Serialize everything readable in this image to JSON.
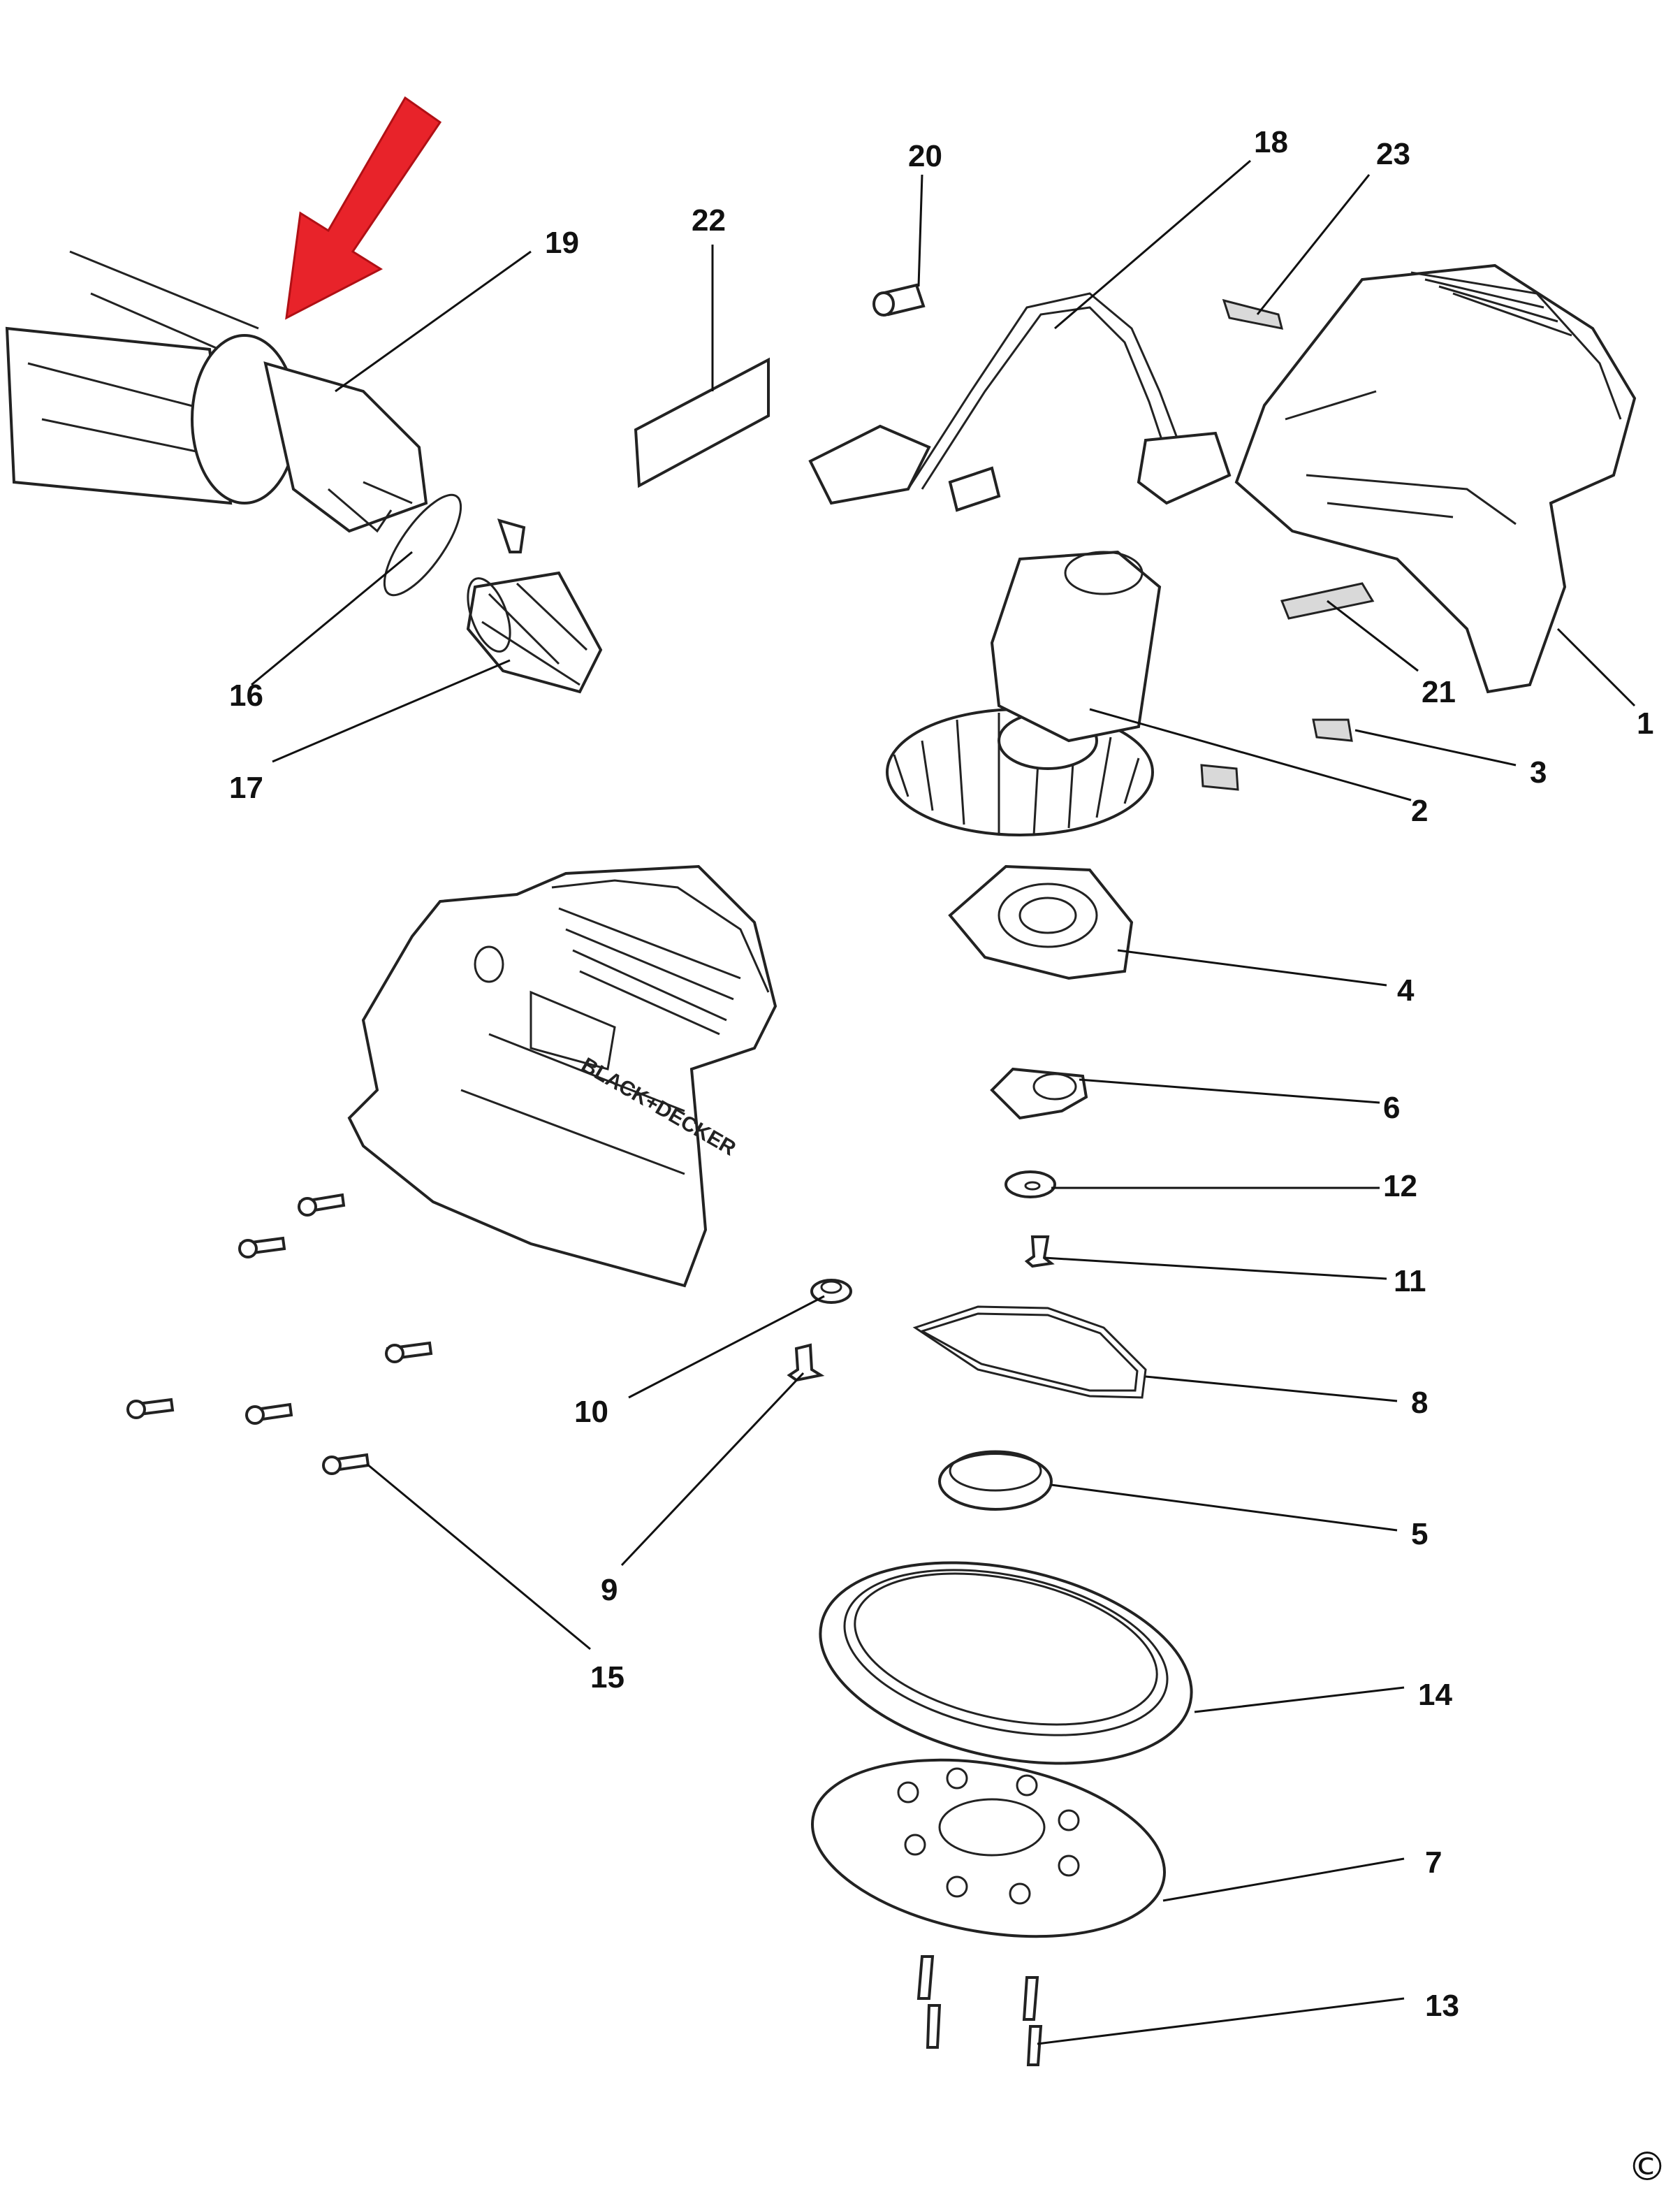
{
  "diagram": {
    "callouts": [
      "1",
      "2",
      "3",
      "4",
      "5",
      "6",
      "7",
      "8",
      "9",
      "10",
      "11",
      "12",
      "13",
      "14",
      "15",
      "16",
      "17",
      "18",
      "19",
      "20",
      "21",
      "22",
      "23"
    ],
    "copyright_symbol": "©",
    "brand_mark": "BLACK+DECKER",
    "highlight_arrow_color": "#e8232a",
    "highlight_arrow_target": "19"
  }
}
